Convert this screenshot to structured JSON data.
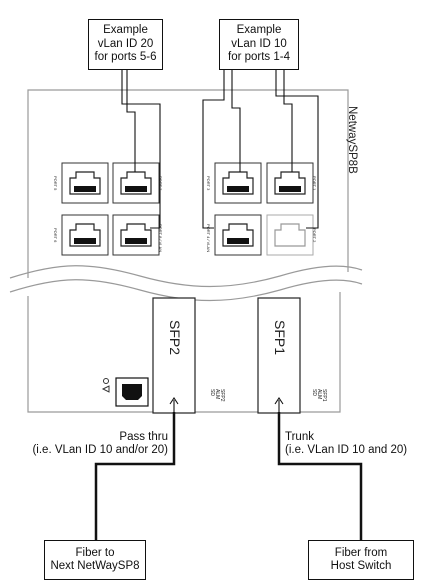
{
  "callouts": {
    "vlan20": "Example\nvLan ID 20\nfor ports 5-6",
    "vlan10": "Example\nvLan ID 10\nfor ports 1-4"
  },
  "device": {
    "model": "NetwaySP8B",
    "ports": {
      "p5": "PORT 5",
      "p6": "PORT 6",
      "p7": "PORT 7",
      "p8": "PORT 8 / VLAN",
      "p3": "PORT 3",
      "p1": "PORT 1",
      "p4": "PORT 4 / VLAN",
      "p2": "PORT 2"
    },
    "sfp2_label": "SFP2",
    "sfp1_label": "SFP1",
    "sfp2_led": "SFP2\nALM\nSD",
    "sfp1_led": "SFP1\nALM\nSD"
  },
  "links": {
    "pass_thru": "Pass thru\n(i.e. VLan ID 10 and/or 20)",
    "trunk": "Trunk\n(i.e. VLan ID 10 and 20)"
  },
  "endpoints": {
    "left": "Fiber to\nNext NetWaySP8",
    "right": "Fiber from\nHost Switch"
  }
}
